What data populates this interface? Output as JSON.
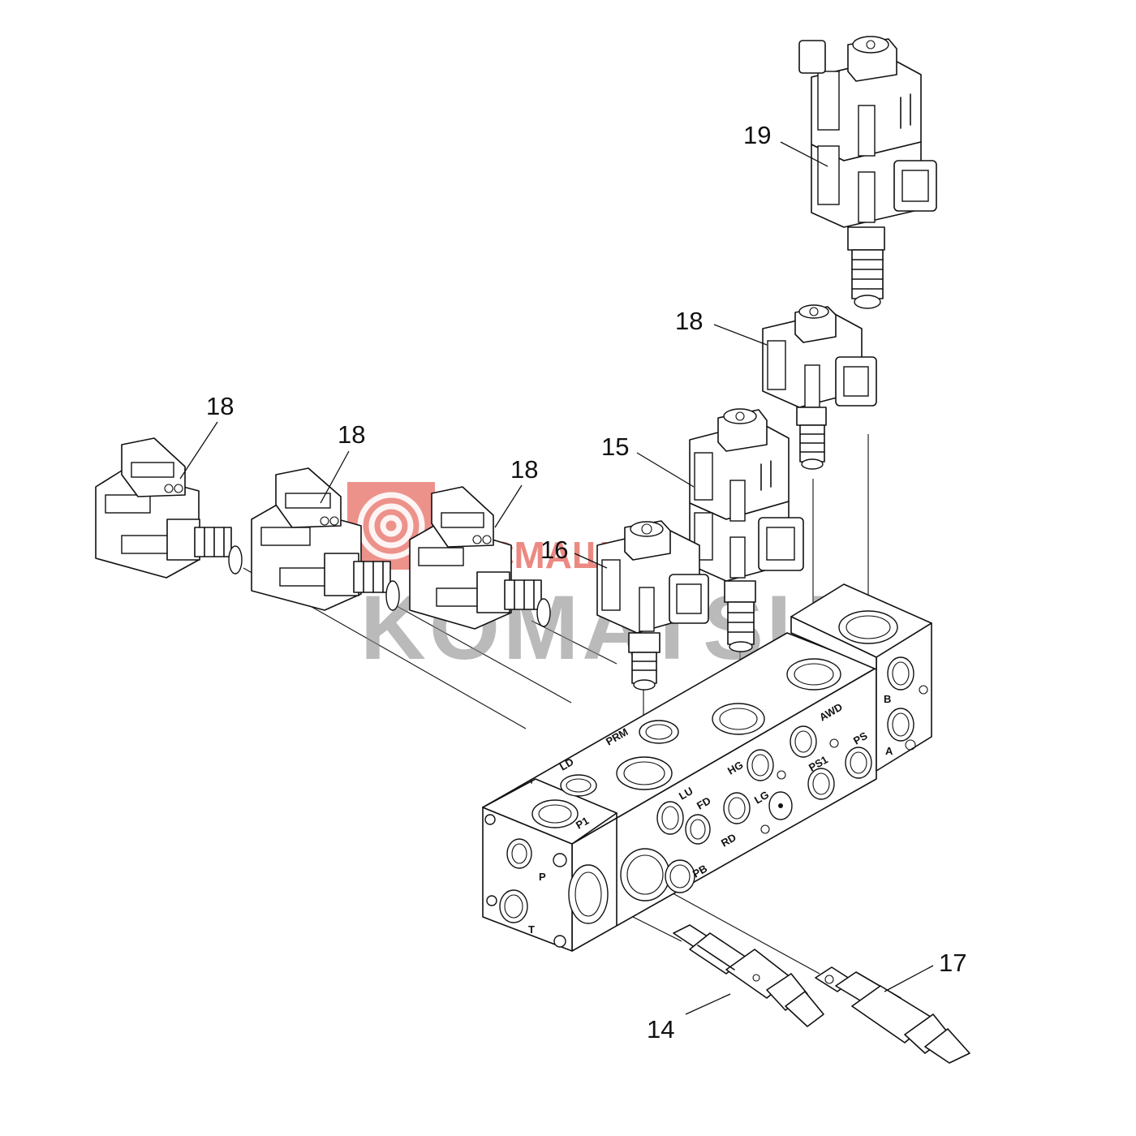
{
  "callouts": {
    "c19": "19",
    "c18_top": "18",
    "c15": "15",
    "c16": "16",
    "c18_left": "18",
    "c18_mid": "18",
    "c18_right": "18",
    "c17": "17",
    "c14": "14"
  },
  "ports": {
    "ld": "LD",
    "prm": "PRM",
    "awd": "AWD",
    "ps": "PS",
    "hg": "HG",
    "ps1": "PS1",
    "lu": "LU",
    "fd": "FD",
    "lg": "LG",
    "rd": "RD",
    "p1": "P1",
    "pb": "PB",
    "p": "P",
    "t": "T",
    "b": "B",
    "a": "A"
  },
  "watermark": {
    "brand": "KOMATSU",
    "banner": "ТЕСМАШЦЕНТР"
  },
  "colors": {
    "line": "#111111",
    "watermark_grey": "#8c8c8c",
    "watermark_red": "#e0483d"
  }
}
